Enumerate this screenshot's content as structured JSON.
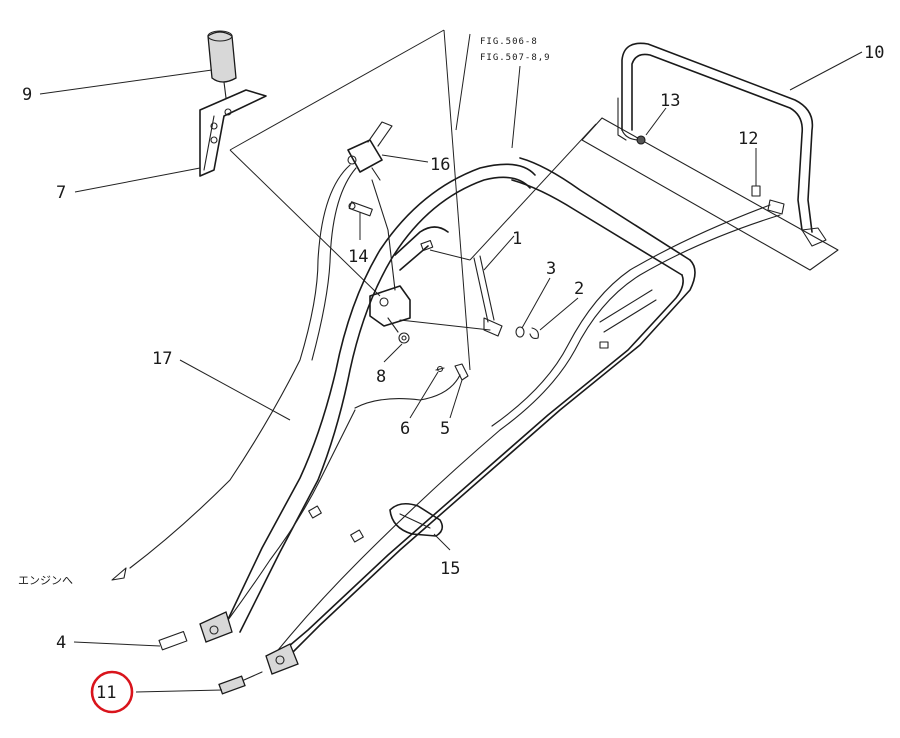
{
  "diagram": {
    "fig_refs": [
      "FIG.506-8",
      "FIG.507-8,9"
    ],
    "engine_label": "エンジンへ",
    "highlight_color": "#d9141c",
    "callouts": {
      "c1": "1",
      "c2": "2",
      "c3": "3",
      "c4": "4",
      "c5": "5",
      "c6": "6",
      "c7": "7",
      "c8": "8",
      "c9": "9",
      "c10": "10",
      "c11": "11",
      "c12": "12",
      "c13": "13",
      "c14": "14",
      "c15": "15",
      "c16": "16",
      "c17": "17"
    },
    "highlighted_part": "11"
  }
}
